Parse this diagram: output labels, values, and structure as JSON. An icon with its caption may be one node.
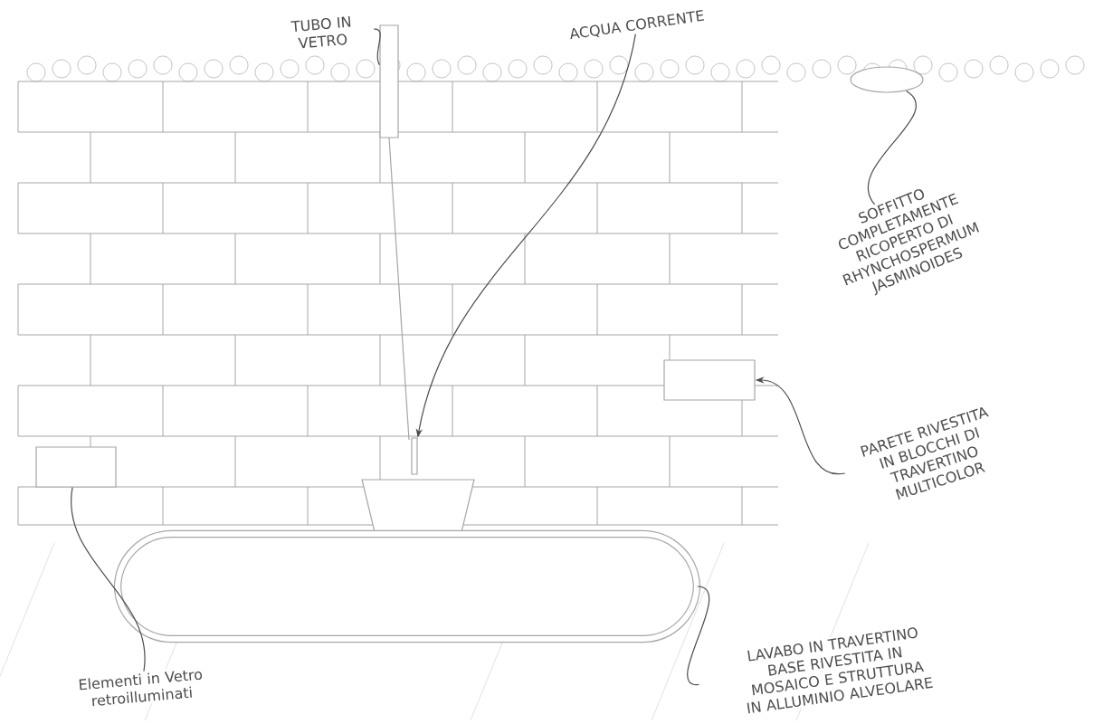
{
  "diagram": {
    "nodes": [
      {
        "text": [
          "TUBO IN VETRO"
        ]
      },
      {
        "text": [
          "ACQUA CORRENTE"
        ]
      },
      {
        "text": [
          "SOFFITTO COMPLETAMENTE RICOPERTO DI RHYNCHOSPERMUM JASMINOIDES"
        ]
      },
      {
        "text": [
          "PARETE RIVESTITA IN BLOCCHI DI TRAVERTINO MULTICOLOR"
        ]
      },
      {
        "text": [
          "Elementi in Vetro retroilluminati"
        ]
      },
      {
        "text": [
          "LAVABO IN TRAVERTINO BASE RIVESTITA IN MOSAICO E STRUTTURA IN ALLUMINIO ALVEOLARE"
        ]
      },
      {
        "text": [],
        "shape": "bar"
      },
      {
        "text": [],
        "shape": "bar"
      },
      {
        "text": [],
        "shape": "cloud"
      },
      {
        "text": [],
        "shape": "box"
      },
      {
        "text": [],
        "shape": "box"
      },
      {
        "text": [],
        "shape": "box"
      }
    ],
    "edges": [
      {
        "from": 0,
        "to": 6,
        "arrow": "none"
      },
      {
        "from": 1,
        "to": 7,
        "arrow": "to"
      },
      {
        "from": 2,
        "to": 8,
        "arrow": "none"
      },
      {
        "from": 3,
        "to": 9,
        "arrow": "to"
      },
      {
        "from": 4,
        "to": 10,
        "arrow": "none"
      },
      {
        "from": 5,
        "to": 11,
        "arrow": "none"
      }
    ]
  }
}
